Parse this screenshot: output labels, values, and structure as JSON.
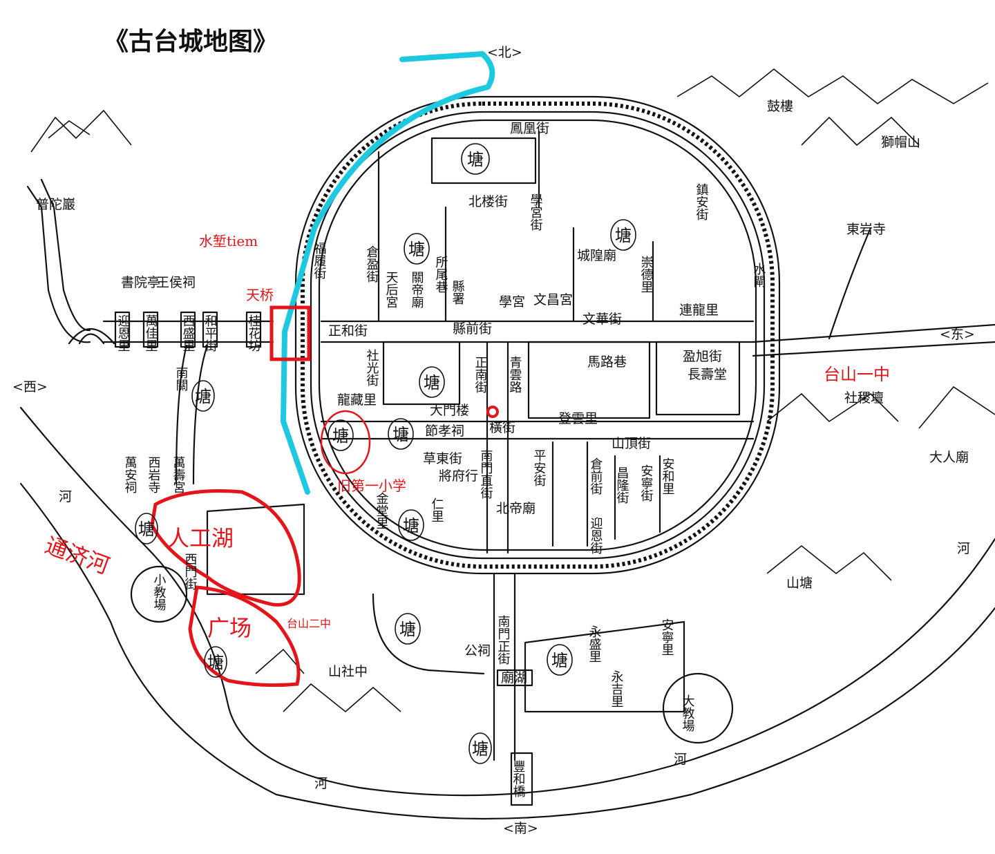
{
  "title": "《古台城地图》",
  "directions": {
    "north": "<北>",
    "south": "<南>",
    "east": "<东>",
    "west": "<西>"
  },
  "annotations": {
    "moat": "水堑tiem",
    "bridge": "天桥",
    "school1": "台山一中",
    "old_school": "旧第一小学",
    "lake": "人工湖",
    "river_name": "通济河",
    "square": "广场",
    "school2": "台山二中"
  },
  "colors": {
    "moat": "#1ec8e0",
    "annotation": "#e3141a",
    "ink": "#111111"
  },
  "labels": {
    "fenghuang": "鳳凰街",
    "beilou": "北楼街",
    "xuegong_jie": "學宮街",
    "chenghuang": "城隍廟",
    "chongde": "崇德里",
    "zhenan": "鎮安街",
    "lianlong": "連龍里",
    "wenhua": "文華街",
    "xianqian": "縣前街",
    "zhenghe": "正和街",
    "cangying": "倉盈街",
    "fulv": "福履街",
    "tianhou": "天后宮",
    "guandi": "關帝廟",
    "suowei": "所尾巷",
    "xianshu": "縣署",
    "xuegong": "學宮",
    "wenchang": "文昌宮",
    "malu": "馬路巷",
    "yingxu": "盈旭街",
    "changshou": "長壽堂",
    "sheji": "社稷壇",
    "daren": "大人廟",
    "dengyun": "登雲里",
    "qingyun": "青雲路",
    "zhengnan": "正南街",
    "damenlou": "大門楼",
    "hengjie": "橫街",
    "longcang": "龍藏里",
    "sheguang": "社光街",
    "jiexiao": "節孝祠",
    "caodong": "草東街",
    "jiangfu": "將府行",
    "nanmen": "南門直街",
    "pingan": "平安街",
    "beidi": "北帝廟",
    "cangqian": "倉前街",
    "changlong": "昌隆街",
    "anning": "安寧街",
    "anhe": "安和里",
    "shanding": "山頂街",
    "yingen_jie": "迎恩街",
    "jintang": "金堂里",
    "renli": "仁里",
    "shuizha": "水閘",
    "putuo": "普陀巖",
    "wanghou": "王侯祠",
    "shuyuan": "書院亭",
    "yingen_li": "迎恩里",
    "wanjia": "萬佳里",
    "xisheng": "西盛里",
    "heping": "和平街",
    "guihua": "桂花坊",
    "nanguan": "南關",
    "wanshou": "萬壽宮",
    "xiyan": "西岩寺",
    "wanan": "萬安祠",
    "ximen": "西門街",
    "xiaojiao": "小教場",
    "gulou": "鼓樓",
    "shimao": "獅帽山",
    "dongyan": "東岩寺",
    "shantang": "山塘",
    "fenghe": "豐和橋",
    "gongci": "公祠",
    "yongsheng": "永盛里",
    "yongji": "永吉里",
    "anning_li": "安寧里",
    "dajiao": "大教場",
    "nanmen_zheng": "南門正街",
    "mountain_sh": "山社中",
    "gongmiao": "廟湖"
  },
  "ponds": [
    "塘",
    "塘",
    "塘",
    "塘",
    "塘",
    "塘",
    "塘",
    "塘",
    "塘",
    "塘",
    "塘",
    "塘",
    "塘"
  ],
  "rivers": [
    "河",
    "河",
    "河",
    "河"
  ]
}
